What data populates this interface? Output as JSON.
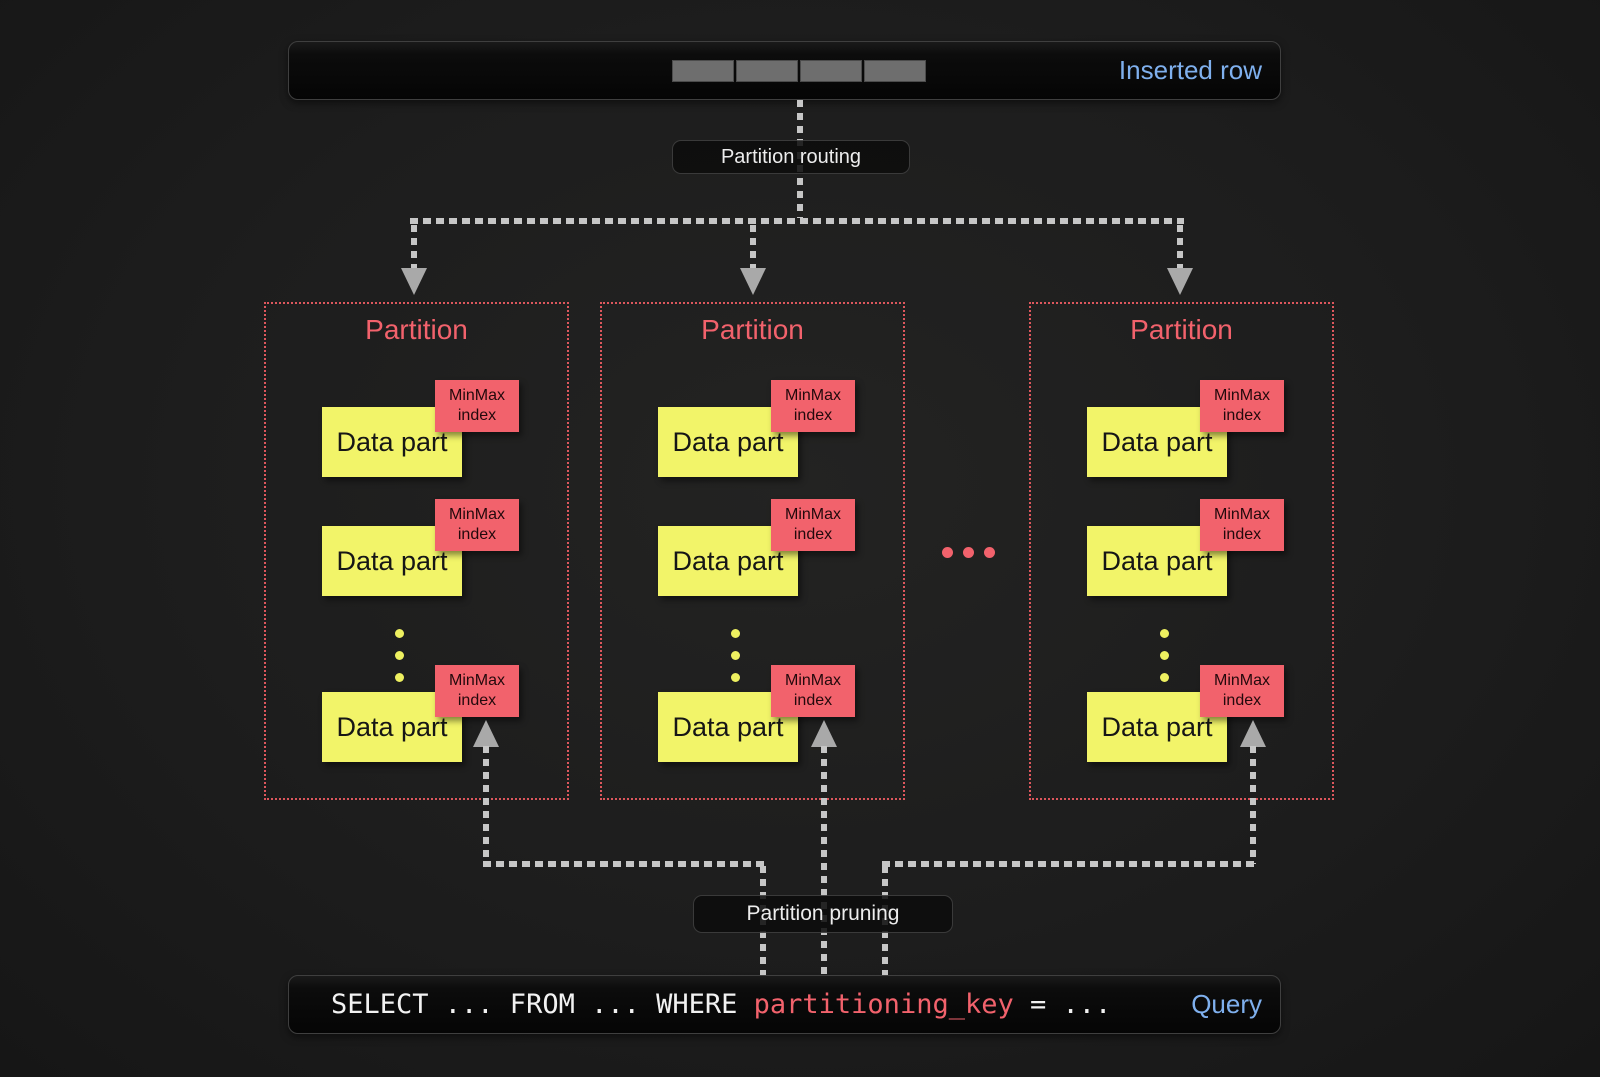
{
  "colors": {
    "background": "#1d1d1d",
    "accent_blue": "#7fb0ee",
    "accent_red": "#f2626c",
    "border_red": "#dd575d",
    "yellow": "#f2f469",
    "yellow_dot": "#eef060",
    "arrow_stem": "#c6c6c6",
    "arrow_head": "#a9a9a9",
    "segment_gray": "#6e6e6e",
    "text_dark": "#161616",
    "pill_text": "#ededed",
    "sql_text": "#f2f2f2"
  },
  "top_bar": {
    "label": "Inserted row",
    "segment_count": 4
  },
  "routing_pill": {
    "label": "Partition routing"
  },
  "pruning_pill": {
    "label": "Partition pruning"
  },
  "partitions": [
    {
      "title": "Partition",
      "parts": [
        {
          "label": "Data part",
          "tag": "MinMax index"
        },
        {
          "label": "Data part",
          "tag": "MinMax index"
        },
        {
          "label": "Data part",
          "tag": "MinMax index"
        }
      ]
    },
    {
      "title": "Partition",
      "parts": [
        {
          "label": "Data part",
          "tag": "MinMax index"
        },
        {
          "label": "Data part",
          "tag": "MinMax index"
        },
        {
          "label": "Data part",
          "tag": "MinMax index"
        }
      ]
    },
    {
      "title": "Partition",
      "parts": [
        {
          "label": "Data part",
          "tag": "MinMax index"
        },
        {
          "label": "Data part",
          "tag": "MinMax index"
        },
        {
          "label": "Data part",
          "tag": "MinMax index"
        }
      ]
    }
  ],
  "query_bar": {
    "sql_prefix": "SELECT ... FROM ... WHERE ",
    "sql_key": "partitioning_key",
    "sql_suffix": " = ...",
    "label": "Query"
  }
}
